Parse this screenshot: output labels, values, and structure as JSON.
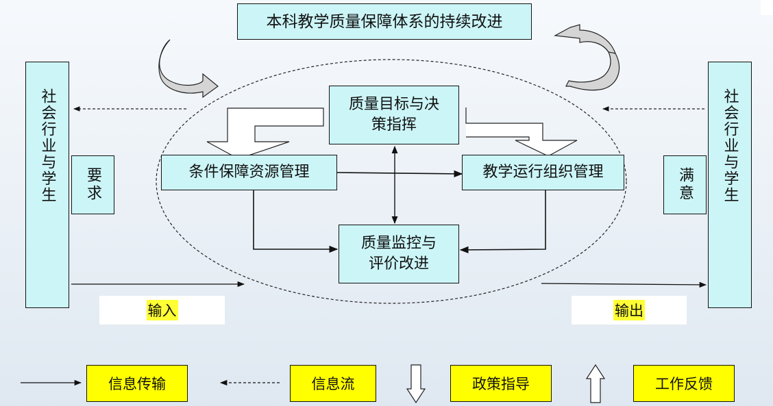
{
  "title": "本科教学质量保障体系的持续改进",
  "nodes": {
    "goal": "质量目标与决策指挥",
    "resources": "条件保障资源管理",
    "operations": "教学运行组织管理",
    "monitor": "质量监控与评价改进"
  },
  "left_party": "社会行业与学生",
  "right_party": "社会行业与学生",
  "requirement": "要求",
  "satisfaction": "满意",
  "input_label": "输入",
  "output_label": "输出",
  "legend": {
    "info_transfer": "信息传输",
    "info_flow": "信息流",
    "policy_guidance": "政策指导",
    "work_feedback": "工作反馈"
  },
  "colors": {
    "box_fill": "#ccf5f7",
    "legend_fill": "#ffff00",
    "highlight": "#ffff33"
  }
}
